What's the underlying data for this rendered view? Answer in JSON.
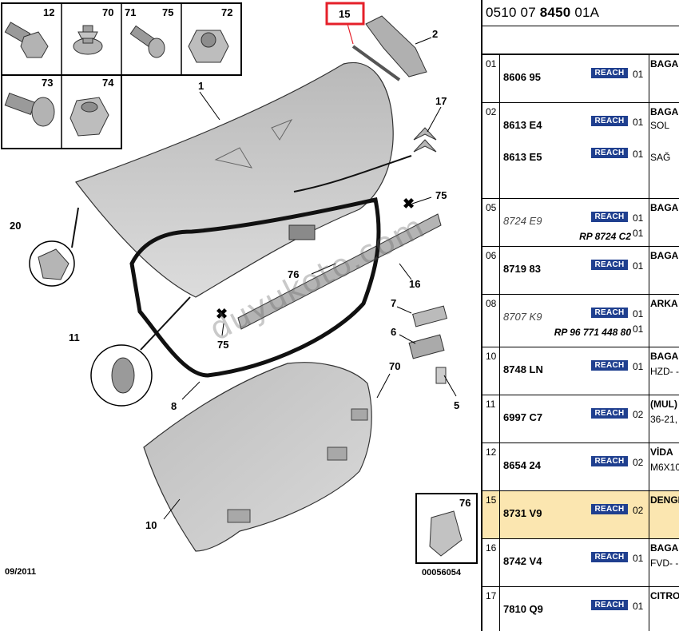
{
  "diagram": {
    "callouts": {
      "c1": "1",
      "c2": "2",
      "c5": "5",
      "c6": "6",
      "c7": "7",
      "c8": "8",
      "c10": "10",
      "c11": "11",
      "c15": "15",
      "c16": "16",
      "c17": "17",
      "c20": "20",
      "c70": "70",
      "c75a": "75",
      "c75b": "75",
      "c76": "76"
    },
    "fastener_boxes": [
      {
        "num": "12"
      },
      {
        "num": "70"
      },
      {
        "num": "71"
      },
      {
        "num": "75"
      },
      {
        "num": "72"
      },
      {
        "num": "73"
      },
      {
        "num": "74"
      }
    ],
    "inset_num": "76",
    "date_code": "09/2011",
    "figure_code": "00056054",
    "watermark": "duyukoto.com",
    "colors": {
      "highlight_box": "#e5202a",
      "panel_fill": "#c9c9c9",
      "seal": "#111111"
    }
  },
  "panel": {
    "header": {
      "pre": "0510 07 ",
      "bold": "8450",
      "post": " 01A"
    },
    "rows": [
      {
        "idx": "01",
        "desc": "BAGA",
        "parts": [
          {
            "no": "8606 95",
            "qty": "01",
            "italic": false
          }
        ]
      },
      {
        "idx": "02",
        "desc": "BAGA",
        "parts": [
          {
            "no": "8613 E4",
            "qty": "01",
            "italic": false,
            "sub": "SOL"
          },
          {
            "no": "8613 E5",
            "qty": "01",
            "italic": false,
            "sub": "SAĞ"
          }
        ]
      },
      {
        "idx": "05",
        "desc": "BAGA",
        "parts": [
          {
            "no": "8724 E9",
            "qty": "01",
            "italic": true
          }
        ],
        "rp": "RP 8724 C2",
        "rp_qty": "01"
      },
      {
        "idx": "06",
        "desc": "BAGA",
        "parts": [
          {
            "no": "8719 83",
            "qty": "01",
            "italic": false
          }
        ]
      },
      {
        "idx": "08",
        "desc": "ARKA",
        "parts": [
          {
            "no": "8707 K9",
            "qty": "01",
            "italic": true
          }
        ],
        "rp": "RP 96 771 448 80",
        "rp_qty": "01"
      },
      {
        "idx": "10",
        "desc": "BAGA",
        "sub": "HZD- -",
        "parts": [
          {
            "no": "8748 LN",
            "qty": "01",
            "italic": false
          }
        ]
      },
      {
        "idx": "11",
        "desc": "(MUL)",
        "sub": "36-21,",
        "parts": [
          {
            "no": "6997 C7",
            "qty": "02",
            "italic": false
          }
        ]
      },
      {
        "idx": "12",
        "desc": "VİDA",
        "sub": "M6X10",
        "parts": [
          {
            "no": "8654 24",
            "qty": "02",
            "italic": false
          }
        ]
      },
      {
        "idx": "15",
        "desc": "DENGE",
        "highlight": true,
        "parts": [
          {
            "no": "8731 V9",
            "qty": "02",
            "italic": false
          }
        ]
      },
      {
        "idx": "16",
        "desc": "BAGA",
        "sub": "FVD- -",
        "parts": [
          {
            "no": "8742 V4",
            "qty": "01",
            "italic": false
          }
        ]
      },
      {
        "idx": "17",
        "desc": "CITRO",
        "parts": [
          {
            "no": "7810 Q9",
            "qty": "01",
            "italic": false
          }
        ]
      }
    ],
    "reach_label": "REACH"
  }
}
